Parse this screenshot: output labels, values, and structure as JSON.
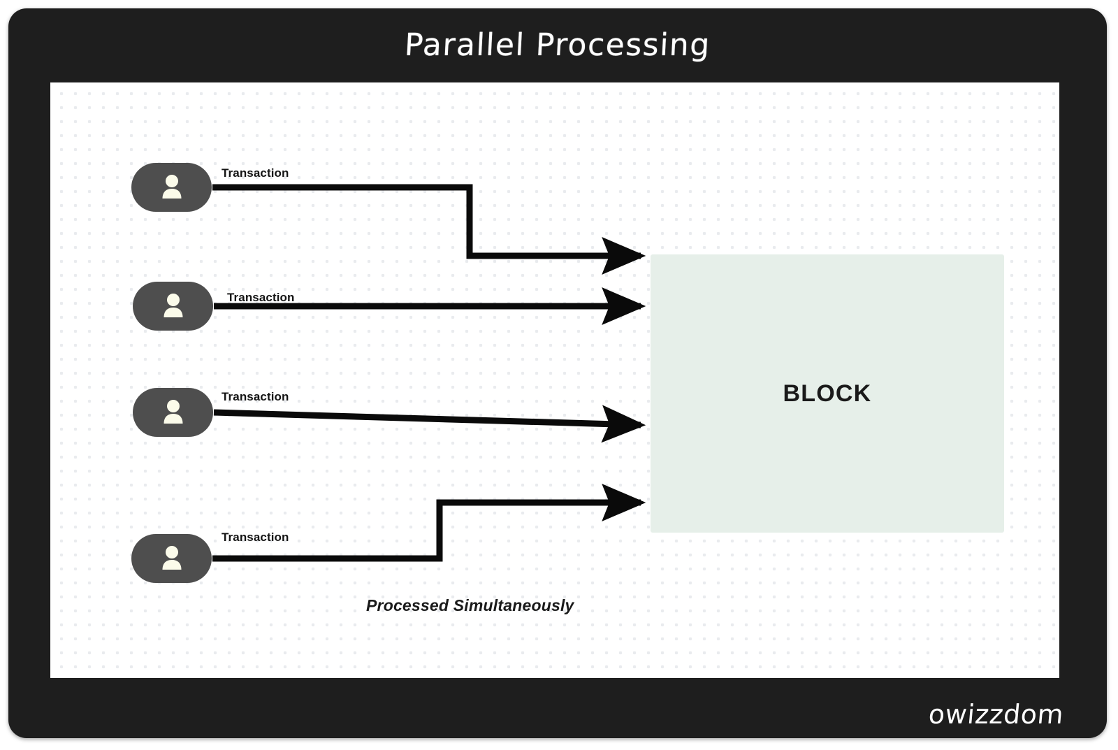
{
  "frame": {
    "title": "Parallel Processing",
    "watermark": "owizzdom",
    "frame_color": "#1e1e1e",
    "title_color": "#ffffff"
  },
  "canvas": {
    "background": "#ffffff",
    "dot_color": "#e9ebee"
  },
  "actors": [
    {
      "icon": "user-icon",
      "label": "Transaction"
    },
    {
      "icon": "user-icon",
      "label": "Transaction"
    },
    {
      "icon": "user-icon",
      "label": "Transaction"
    },
    {
      "icon": "user-icon",
      "label": "Transaction"
    }
  ],
  "block": {
    "label": "BLOCK",
    "fill": "#e6efe9",
    "text_color": "#1a1a1a"
  },
  "footer": {
    "note": "Processed Simultaneously"
  },
  "arrows": {
    "color": "#0a0a0a",
    "count": 4
  }
}
